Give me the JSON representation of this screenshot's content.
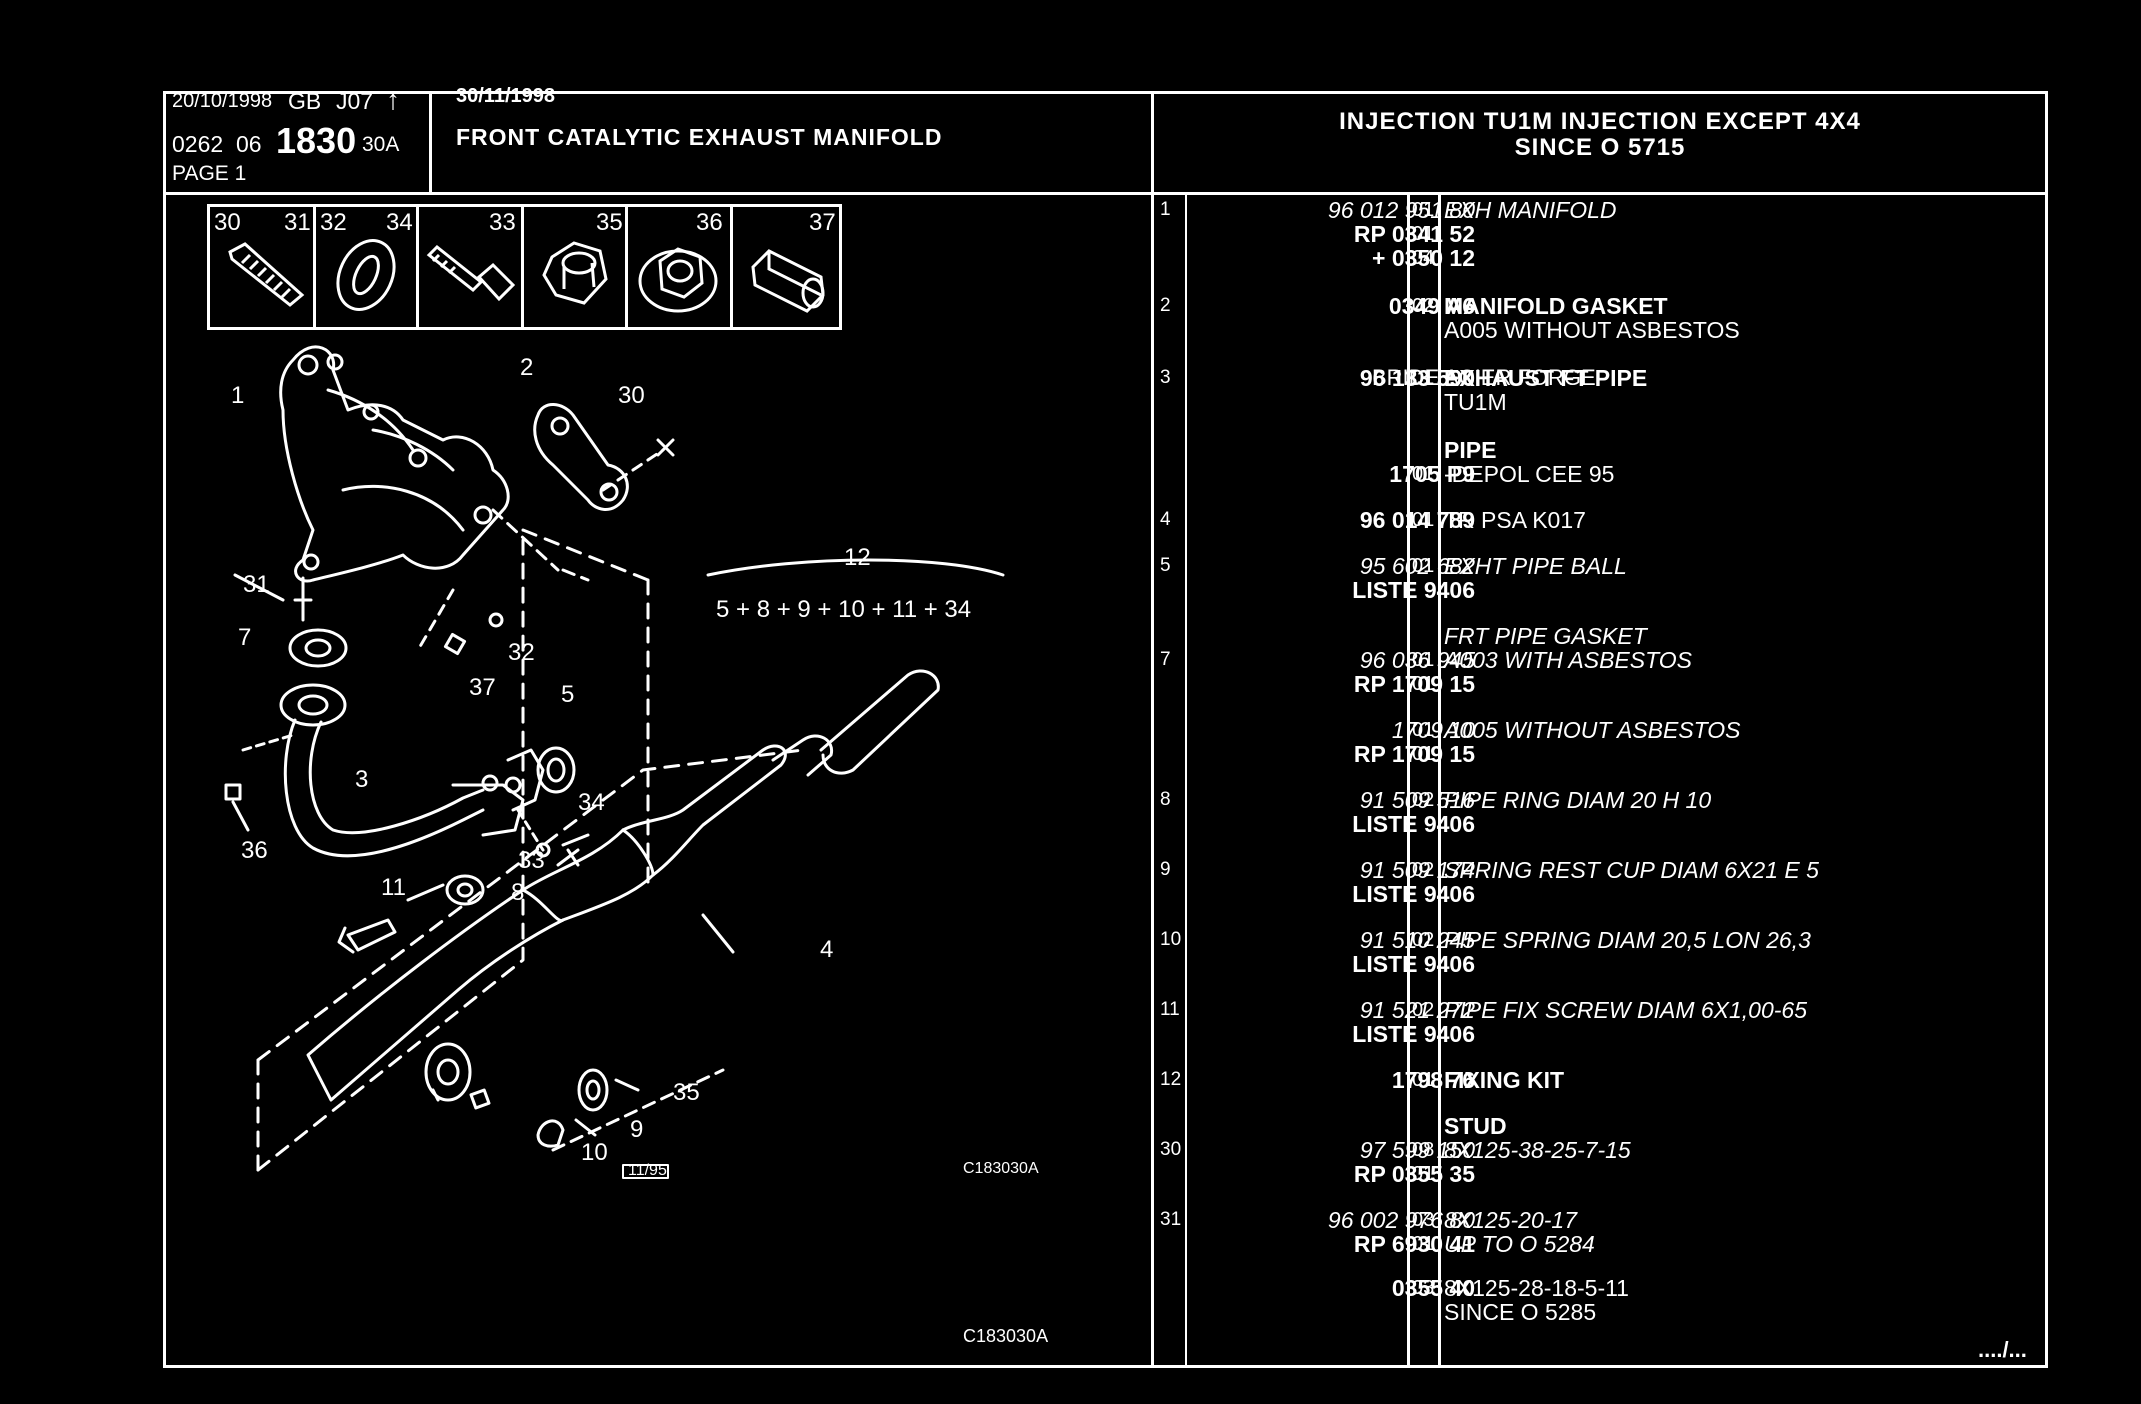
{
  "header": {
    "date1": "20/10/1998",
    "lang": "GB",
    "code": "J07",
    "arrow": "↑",
    "date2": "30/11/1998",
    "ref_a": "0262",
    "ref_b": "06",
    "plate": "1830",
    "plate_suffix": "30A",
    "page": "PAGE 1",
    "title": "FRONT CATALYTIC EXHAUST MANIFOLD",
    "engine_line1": "INJECTION TU1M INJECTION EXCEPT  4X4",
    "engine_line2": "SINCE  O   5715"
  },
  "thumbs": [
    {
      "a": "30",
      "b": "31",
      "icon": "stud-icon"
    },
    {
      "a": "32",
      "b": "34",
      "icon": "washer-icon"
    },
    {
      "a": "33",
      "b": "",
      "icon": "bolt-icon"
    },
    {
      "a": "35",
      "b": "",
      "icon": "nut-icon"
    },
    {
      "a": "36",
      "b": "",
      "icon": "flange-nut-icon"
    },
    {
      "a": "37",
      "b": "",
      "icon": "spacer-nut-icon"
    }
  ],
  "diagram": {
    "callouts": [
      "1",
      "2",
      "30",
      "31",
      "7",
      "32",
      "37",
      "5",
      "3",
      "36",
      "34",
      "33",
      "8",
      "11",
      "4",
      "35",
      "9",
      "10",
      "12"
    ],
    "kit_formula": "5 + 8 + 9 + 10 + 11 + 34",
    "stamp": "11/95",
    "fig_code": "C183030A",
    "fig_code_bottom": "C183030A"
  },
  "parts": [
    {
      "no": "1",
      "ref": "96 012 951 80",
      "ref_style": "i",
      "qty": "01",
      "des": "EXH MANIFOLD",
      "des_style": "i"
    },
    {
      "no": "",
      "ref": "RP  0341  52",
      "ref_style": "b",
      "qty": "01",
      "des": "",
      "des_style": ""
    },
    {
      "no": "",
      "ref": "+   0350 12",
      "ref_style": "b",
      "qty": "04",
      "des": "",
      "des_style": ""
    },
    {
      "no": "2",
      "ref": "0349  A6",
      "ref_style": "b",
      "qty": "02",
      "des": "MANIFOLD GASKET",
      "des_style": "b"
    },
    {
      "no": "",
      "ref": "",
      "ref_style": "",
      "qty": "",
      "des": "A005 WITHOUT ASBESTOS",
      "des_style": ""
    },
    {
      "no": "3",
      "ref": "96 133 590",
      "ref_style": "b",
      "qty": "01",
      "des": "EXHAUST FT PIPE",
      "des_style": "b",
      "des_extra": " BRIDE ACIER FORGE"
    },
    {
      "no": "",
      "ref": "",
      "ref_style": "",
      "qty": "",
      "des": "TU1M",
      "des_style": ""
    },
    {
      "no": "",
      "ref": "",
      "ref_style": "",
      "qty": "",
      "des": "PIPE",
      "des_style": "b"
    },
    {
      "no": "",
      "ref": "1705  P9",
      "ref_style": "b",
      "qty": "01",
      "des": "-DEPOL CEE 95",
      "des_style": ""
    },
    {
      "no": "4",
      "ref": "96 014 789",
      "ref_style": "b",
      "qty": "01",
      "des": "TR PSA K017",
      "des_style": ""
    },
    {
      "no": "5",
      "ref": "95 602 682",
      "ref_style": "i",
      "qty": "01",
      "des": "EXHT PIPE BALL",
      "des_style": "i"
    },
    {
      "no": "",
      "ref": "LISTE  9406",
      "ref_style": "b",
      "qty": "",
      "des": "",
      "des_style": ""
    },
    {
      "no": "",
      "ref": "",
      "ref_style": "",
      "qty": "",
      "des": "FRT PIPE GASKET",
      "des_style": "i"
    },
    {
      "no": "7",
      "ref": "96 036 945",
      "ref_style": "i",
      "qty": "01",
      "des": "A003 WITH ASBESTOS",
      "des_style": "i"
    },
    {
      "no": "",
      "ref": "RP  1709  15",
      "ref_style": "b",
      "qty": "01",
      "des": "",
      "des_style": ""
    },
    {
      "no": "",
      "ref": "1709  10",
      "ref_style": "i",
      "qty": "01",
      "des": "A005 WITHOUT ASBESTOS",
      "des_style": "i"
    },
    {
      "no": "",
      "ref": "RP  1709  15",
      "ref_style": "b",
      "qty": "01",
      "des": "",
      "des_style": ""
    },
    {
      "no": "8",
      "ref": "91 509 516",
      "ref_style": "i",
      "qty": "02",
      "des": "PIPE RING DIAM 20 H 10",
      "des_style": "i"
    },
    {
      "no": "",
      "ref": "LISTE  9406",
      "ref_style": "b",
      "qty": "",
      "des": "",
      "des_style": ""
    },
    {
      "no": "9",
      "ref": "91 509 174",
      "ref_style": "i",
      "qty": "02",
      "des": "SPRING REST CUP DIAM 6X21 E 5",
      "des_style": "i"
    },
    {
      "no": "",
      "ref": "LISTE  9406",
      "ref_style": "b",
      "qty": "",
      "des": "",
      "des_style": ""
    },
    {
      "no": "10",
      "ref": "91 510 245",
      "ref_style": "i",
      "qty": "02",
      "des": "PIPE SPRING DIAM 20,5 LON 26,3",
      "des_style": "i"
    },
    {
      "no": "",
      "ref": "LISTE  9406",
      "ref_style": "b",
      "qty": "",
      "des": "",
      "des_style": ""
    },
    {
      "no": "11",
      "ref": "91 521 272",
      "ref_style": "i",
      "qty": "02",
      "des": "PIPE FIX SCREW DIAM 6X1,00-65",
      "des_style": "i"
    },
    {
      "no": "",
      "ref": "LISTE  9406",
      "ref_style": "b",
      "qty": "",
      "des": "",
      "des_style": ""
    },
    {
      "no": "12",
      "ref": "1798  76",
      "ref_style": "b",
      "qty": "01",
      "des": "FIXING KIT",
      "des_style": "b"
    },
    {
      "no": "",
      "ref": "",
      "ref_style": "",
      "qty": "",
      "des": "STUD",
      "des_style": "b"
    },
    {
      "no": "30",
      "ref": "97 599 150",
      "ref_style": "i",
      "qty": "08",
      "des": "8X125-38-25-7-15",
      "des_style": "i"
    },
    {
      "no": "",
      "ref": "RP  0355  35",
      "ref_style": "b",
      "qty": "01",
      "des": "",
      "des_style": ""
    },
    {
      "no": "31",
      "ref": "96 002 976 80",
      "ref_style": "i",
      "qty": "03",
      "des": "8X125-20-17",
      "des_style": "i"
    },
    {
      "no": "",
      "ref": "RP  6930  41",
      "ref_style": "b",
      "qty": "01",
      "des": "UP TO  O  5284",
      "des_style": "i"
    },
    {
      "no": "",
      "ref": "0355  40",
      "ref_style": "b",
      "qty": "03",
      "des": "8X125-28-18-5-11",
      "des_style": ""
    },
    {
      "no": "",
      "ref": "",
      "ref_style": "",
      "qty": "",
      "des": "SINCE  O  5285",
      "des_style": ""
    }
  ],
  "continuation": "..../..."
}
